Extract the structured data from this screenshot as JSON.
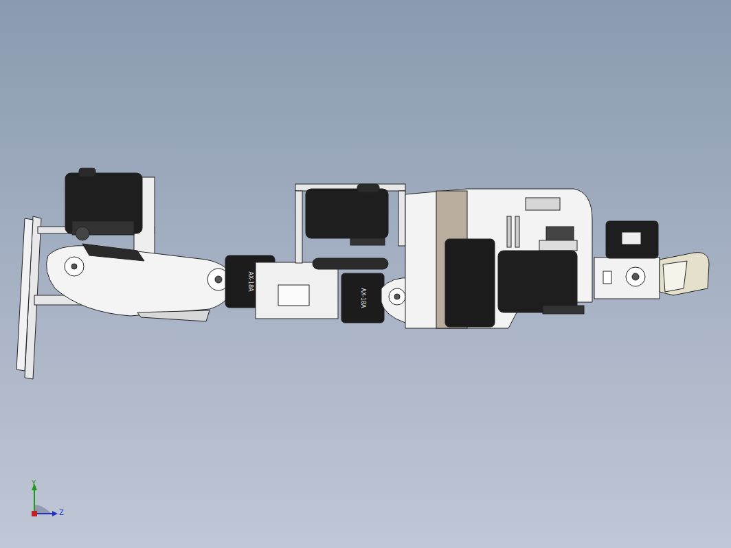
{
  "diagram": {
    "labels": [
      "Y",
      "Z",
      "AX-18A",
      "AX-18A"
    ]
  }
}
